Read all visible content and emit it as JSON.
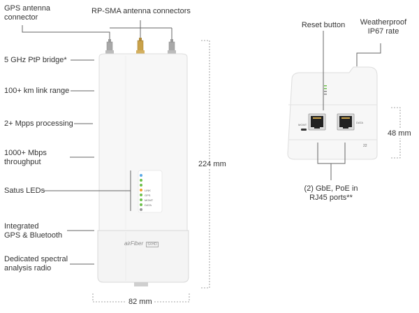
{
  "labels": {
    "gps_connector": [
      "GPS antenna",
      "connector"
    ],
    "rpsma_connectors": "RP-SMA antenna connectors",
    "ptp_bridge": "5 GHz PtP bridge*",
    "link_range": "100+ km link range",
    "processing": "2+ Mpps processing",
    "throughput": [
      "1000+ Mbps",
      "throughput"
    ],
    "leds": "Satus LEDs",
    "gps_bluetooth": [
      "Integrated",
      "GPS & Bluetooth"
    ],
    "spectral_radio": [
      "Dedicated spectral",
      "analysis radio"
    ],
    "reset_button": "Reset button",
    "weatherproof": [
      "Weatherproof",
      "IP67 rate"
    ],
    "ports": [
      "(2) GbE, PoE in",
      "RJ45 ports**"
    ]
  },
  "dimensions": {
    "height": "224 mm",
    "width": "82 mm",
    "depth": "48 mm"
  },
  "device": {
    "brand": "airFiber",
    "model_badge": "5XHD",
    "port_mgmt": "MGMT",
    "port_data": "DATA",
    "port_number": "22",
    "led_labels": [
      "LINK",
      "GPS",
      "MGMT",
      "DATA"
    ]
  },
  "colors": {
    "line": "#666666",
    "device_body": "#f7f7f7",
    "device_outline": "#dddddd",
    "led_green": "#6cc04a",
    "led_blue": "#5aa9e6",
    "led_orange": "#f0a030",
    "connector_gold": "#c9a24a",
    "connector_silver": "#a8a8a8"
  }
}
